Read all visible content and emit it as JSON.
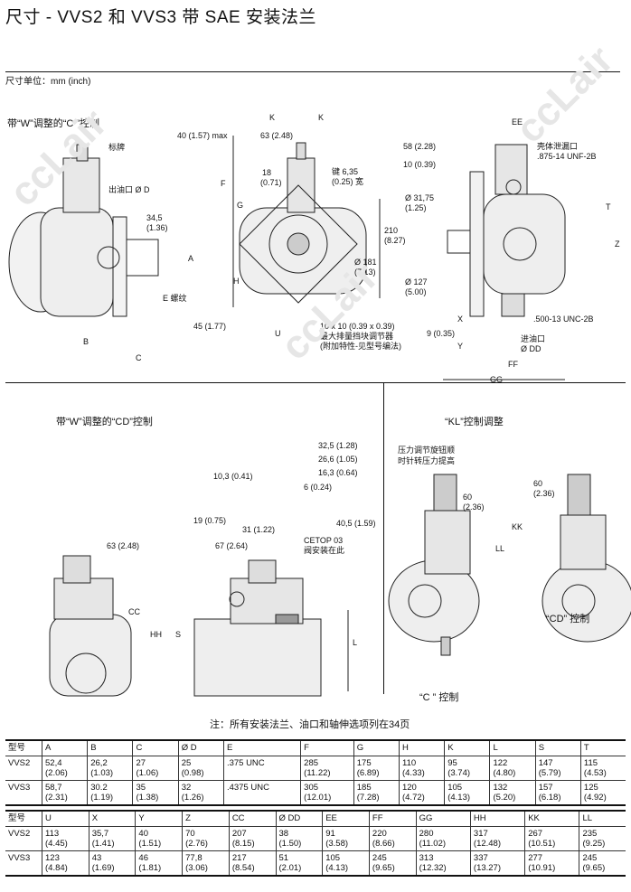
{
  "title": "尺寸 - VVS2 和 VVS3 带 SAE 安装法兰",
  "units": "尺寸单位：mm (inch)",
  "sections": {
    "c_control": "带“W”调整的“C ”控制",
    "cd_control": "带“W”调整的“CD”控制",
    "kl_control": "“KL”控制调整"
  },
  "labels": [
    "标牌",
    "出油口 Ø D",
    "34,5",
    "(1.36)",
    "A",
    "E 螺纹",
    "B",
    "C",
    "K",
    "K",
    "40 (1.57) max",
    "63 (2.48)",
    "F",
    "G",
    "18",
    "(0.71)",
    "键 6,35",
    "(0.25) 宽",
    "210",
    "(8.27)",
    "Ø 181",
    "(7.13)",
    "H",
    "45 (1.77)",
    "U",
    "10 x 10 (0.39 x 0.39)",
    "最大排量挡块调节器",
    "(附加特性-见型号编法)",
    "EE",
    "58 (2.28)",
    "10 (0.39)",
    "壳体泄漏口",
    ".875-14 UNF-2B",
    "T",
    "Ø 31,75",
    "(1.25)",
    "Z",
    "Ø 127",
    "(5.00)",
    "X",
    "9 (0.35)",
    "Y",
    ".500-13 UNC-2B",
    "进油口",
    "Ø DD",
    "FF",
    "GG",
    "32,5 (1.28)",
    "26,6 (1.05)",
    "16,3 (0.64)",
    "10,3 (0.41)",
    "6 (0.24)",
    "19 (0.75)",
    "31 (1.22)",
    "40,5 (1.59)",
    "63 (2.48)",
    "67 (2.64)",
    "CETOP 03",
    "阀安装在此",
    "CC",
    "HH",
    "S",
    "L",
    "压力调节旋钮顺",
    "时针转压力提高",
    "60",
    "(2.36)",
    "60",
    "(2.36)",
    "KK",
    "LL",
    "“CD” 控制",
    "“C ” 控制"
  ],
  "note": "注：所有安装法兰、油口和轴伸选项列在34页",
  "table1": {
    "headers": [
      "型号",
      "A",
      "B",
      "C",
      "Ø D",
      "E",
      "F",
      "G",
      "H",
      "K",
      "L",
      "S",
      "T"
    ],
    "rows": [
      [
        "VVS2",
        "52,4\n(2.06)",
        "26,2\n(1.03)",
        "27\n(1.06)",
        "25\n(0.98)",
        ".375 UNC",
        "285\n(11.22)",
        "175\n(6.89)",
        "110\n(4.33)",
        "95\n(3.74)",
        "122\n(4.80)",
        "147\n(5.79)",
        "115\n(4.53)"
      ],
      [
        "VVS3",
        "58,7\n(2.31)",
        "30.2\n(1.19)",
        "35\n(1.38)",
        "32\n(1.26)",
        ".4375 UNC",
        "305\n(12.01)",
        "185\n(7.28)",
        "120\n(4.72)",
        "105\n(4.13)",
        "132\n(5.20)",
        "157\n(6.18)",
        "125\n(4.92)"
      ]
    ]
  },
  "table2": {
    "headers": [
      "型号",
      "U",
      "X",
      "Y",
      "Z",
      "CC",
      "Ø DD",
      "EE",
      "FF",
      "GG",
      "HH",
      "KK",
      "LL"
    ],
    "rows": [
      [
        "VVS2",
        "113\n(4.45)",
        "35,7\n(1.41)",
        "40\n(1.51)",
        "70\n(2.76)",
        "207\n(8.15)",
        "38\n(1.50)",
        "91\n(3.58)",
        "220\n(8.66)",
        "280\n(11.02)",
        "317\n(12.48)",
        "267\n(10.51)",
        "235\n(9.25)"
      ],
      [
        "VVS3",
        "123\n(4.84)",
        "43\n(1.69)",
        "46\n(1.81)",
        "77,8\n(3.06)",
        "217\n(8.54)",
        "51\n(2.01)",
        "105\n(4.13)",
        "245\n(9.65)",
        "313\n(12.32)",
        "337\n(13.27)",
        "277\n(10.91)",
        "245\n(9.65)"
      ]
    ]
  },
  "watermark": "ccLair"
}
